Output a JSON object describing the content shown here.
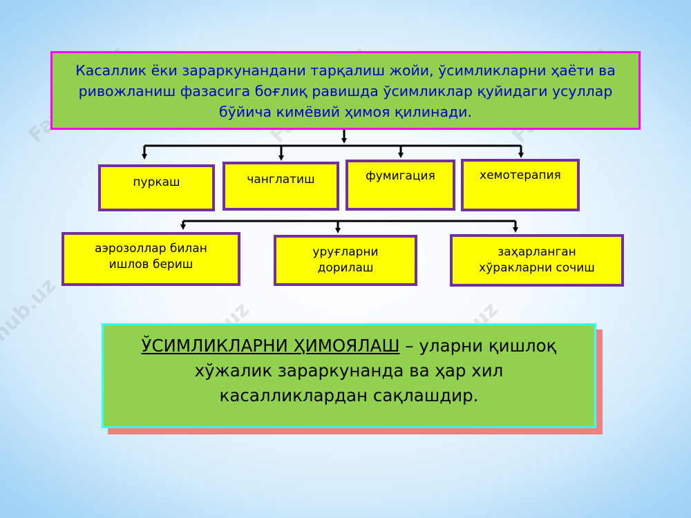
{
  "watermark": "Faylhub.uz",
  "main": {
    "intro_text": "Касаллик ёки зараркунандани тарқалиш жойи, ўсимликларни ҳаёти ва ривожланиш фазасига боғлиқ равишда ўсимликлар қуйидаги усуллар бўйича кимёвий ҳимоя қилинади."
  },
  "methods": [
    {
      "label": "пуркаш"
    },
    {
      "label": "чанглатиш"
    },
    {
      "label": "фумигация"
    },
    {
      "label": "хемотерапия"
    }
  ],
  "sub_methods": [
    {
      "line1": "аэрозоллар билан",
      "line2": "ишлов бериш"
    },
    {
      "line1": "уруғларни",
      "line2": "дорилаш"
    },
    {
      "line1": "заҳарланган",
      "line2": "хўракларни сочиш"
    }
  ],
  "definition": {
    "term": "ЎСИМЛИКЛАРНИ ҲИМОЯЛАШ",
    "rest_line1": " – уларни қишлоқ",
    "line2": "хўжалик зараркунанда ва ҳар хил",
    "line3": "касалликлардан сақлашдир."
  }
}
